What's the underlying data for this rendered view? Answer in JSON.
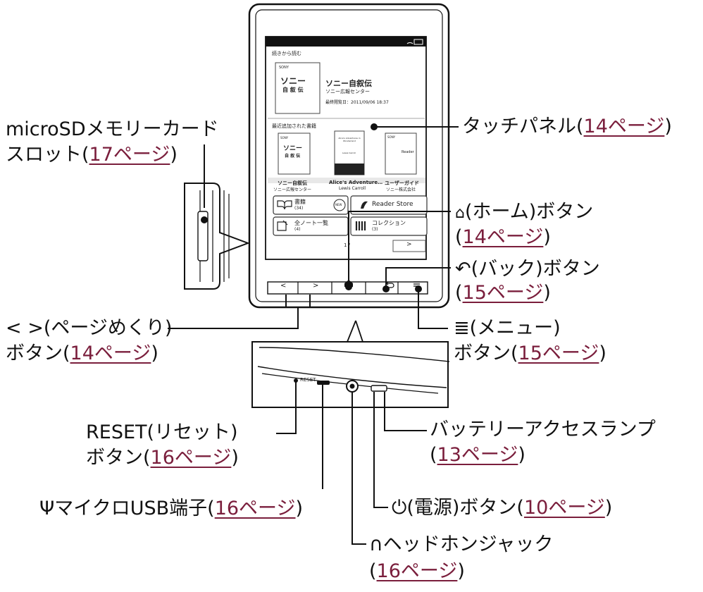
{
  "screen": {
    "section_continue": "続きから読む",
    "book_cover_brand": "SONY",
    "book_cover_title": "ソニー",
    "book_cover_subtitle": "自 叙 伝",
    "book_title": "ソニー自叙伝",
    "book_author": "ソニー広報センター",
    "book_last_read": "最終閲覧日：2011/09/06 18:37",
    "section_recent": "最近追加された書籍",
    "recent": [
      {
        "title": "ソニー自叙伝",
        "author": "ソニー広報センター",
        "cover_line1": "ソニー",
        "cover_line2": "自 叙 伝",
        "brand": "SONY"
      },
      {
        "title": "Alice's Adventure…",
        "author": "Lewis Carroll",
        "cover_line1": "Alice's Adventures in Wonderland",
        "cover_line2": "Lewis Carroll"
      },
      {
        "title": "ユーザーガイド",
        "author": "ソニー株式会社",
        "cover_line1": "Reader",
        "brand": "SONY"
      }
    ],
    "tiles": {
      "books_label": "書籍",
      "books_count": "(34)",
      "new_badge": "NEW",
      "store_label": "Reader Store",
      "notes_label": "全ノート一覧",
      "notes_count": "(4)",
      "collection_label": "コレクション",
      "collection_count": "(3)",
      "page_indicator": "1 /",
      "next_arrow": ">"
    }
  },
  "buttons_row": {
    "prev": "<",
    "next": ">"
  },
  "bottom_view": {
    "reset_text": "RESET"
  },
  "callouts": {
    "sd_line1": "microSDメモリーカード",
    "sd_line2_prefix": "スロット(",
    "sd_link": "17ページ",
    "sd_suffix": ")",
    "touch_prefix": "タッチパネル(",
    "touch_link": "14ページ",
    "touch_suffix": ")",
    "home_line1": "(ホーム)ボタン",
    "home_prefix": "(",
    "home_link": "14ページ",
    "home_suffix": ")",
    "back_line1": "(バック)ボタン",
    "back_prefix": "(",
    "back_link": "15ページ",
    "back_suffix": ")",
    "page_line1": "< >(ページめくり)",
    "page_prefix": "ボタン(",
    "page_link": "14ページ",
    "page_suffix": ")",
    "menu_line1": "(メニュー)",
    "menu_prefix": "ボタン(",
    "menu_link": "15ページ",
    "menu_suffix": ")",
    "reset_line1": "RESET(リセット)",
    "reset_prefix": "ボタン(",
    "reset_link": "16ページ",
    "reset_suffix": ")",
    "battery_line1": "バッテリーアクセスランプ",
    "battery_prefix": "(",
    "battery_link": "13ページ",
    "battery_suffix": ")",
    "usb_prefix": "マイクロUSB端子(",
    "usb_link": "16ページ",
    "usb_suffix": ")",
    "power_prefix": "(電源)ボタン(",
    "power_link": "10ページ",
    "power_suffix": ")",
    "hp_line1": "ヘッドホンジャック",
    "hp_prefix": "(",
    "hp_link": "16ページ",
    "hp_suffix": ")"
  },
  "colors": {
    "link": "#7a1e3c",
    "line": "#111111",
    "device": "#ffffff"
  }
}
